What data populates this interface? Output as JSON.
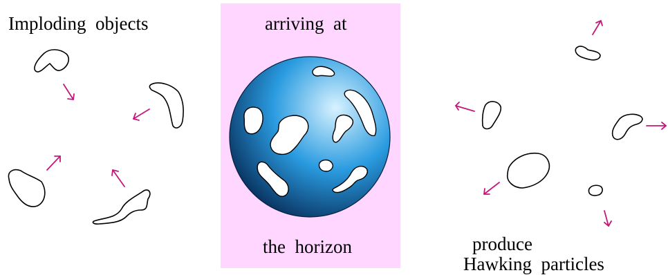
{
  "labels": {
    "imploding": "Imploding  objects",
    "arriving": "arriving  at",
    "horizon": "the  horizon",
    "produce": "produce",
    "hawking": "Hawking  particles"
  },
  "colors": {
    "panel": "#ffd6ff",
    "arrow": "#c2187c",
    "sphere_light": "#d8f2ff",
    "sphere_mid": "#2a9be0",
    "sphere_dark": "#062a55",
    "blob_fill": "#ffffff",
    "blob_stroke": "#000000"
  },
  "icons": {
    "sphere": "black-hole-sphere",
    "objects": "irregular-blob-outline",
    "arrows": "motion-arrow"
  }
}
